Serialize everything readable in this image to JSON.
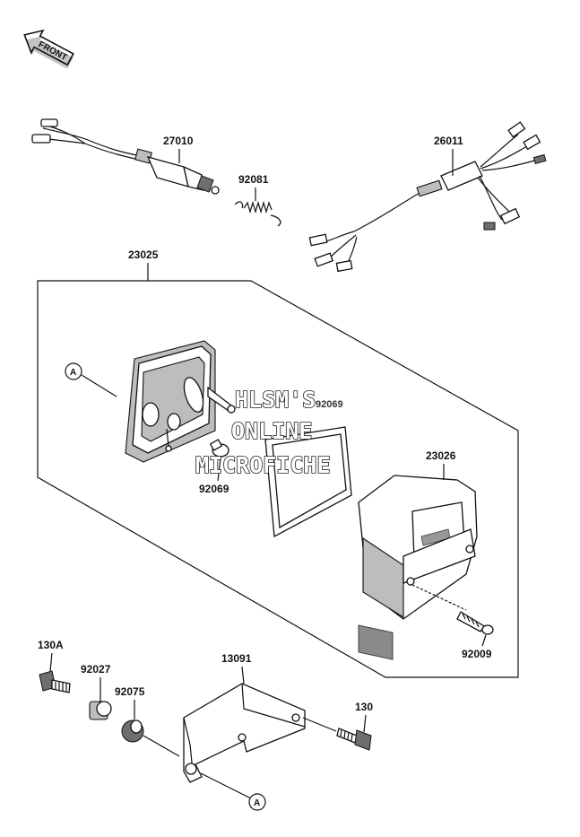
{
  "front_badge": "FRONT",
  "callout_marker": "A",
  "watermark": {
    "line1": "HLSM'S",
    "line2": "ONLINE",
    "line3": "MICROFICHE"
  },
  "parts": {
    "p27010": "27010",
    "p92081": "92081",
    "p26011": "26011",
    "p23025": "23025",
    "p92069": "92069",
    "p23026": "23026",
    "p92009": "92009",
    "p130A": "130A",
    "p92027": "92027",
    "p92075": "92075",
    "p13091": "13091",
    "p130": "130"
  },
  "hidden_label_fragment": "92069"
}
